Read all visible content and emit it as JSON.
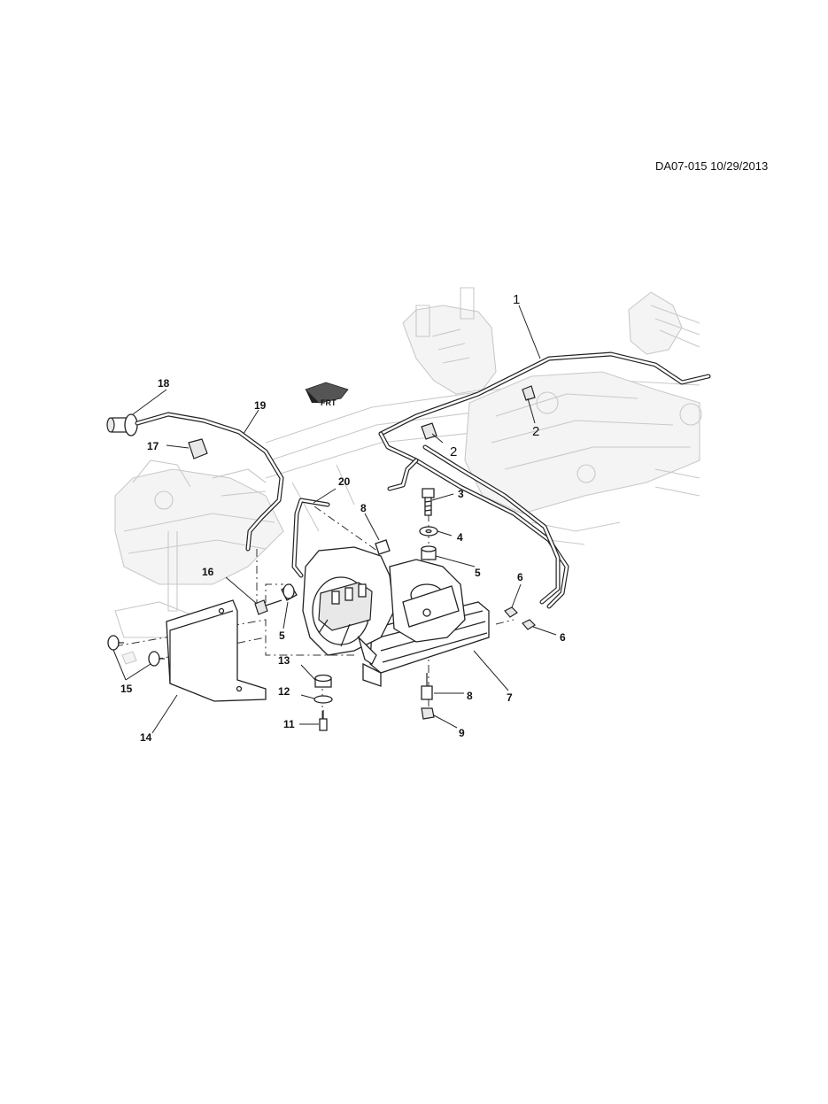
{
  "header": {
    "reference": "DA07-015 10/29/2013"
  },
  "diagram": {
    "front_arrow_label": "FRT",
    "callouts": {
      "c1": "1",
      "c2a": "2",
      "c2b": "2",
      "c3": "3",
      "c4": "4",
      "c5a": "5",
      "c5b": "5",
      "c6a": "6",
      "c6b": "6",
      "c7": "7",
      "c8a": "8",
      "c8b": "8",
      "c9": "9",
      "c11": "11",
      "c12": "12",
      "c13": "13",
      "c14": "14",
      "c15": "15",
      "c16": "16",
      "c17": "17",
      "c18": "18",
      "c19": "19",
      "c20": "20"
    }
  }
}
